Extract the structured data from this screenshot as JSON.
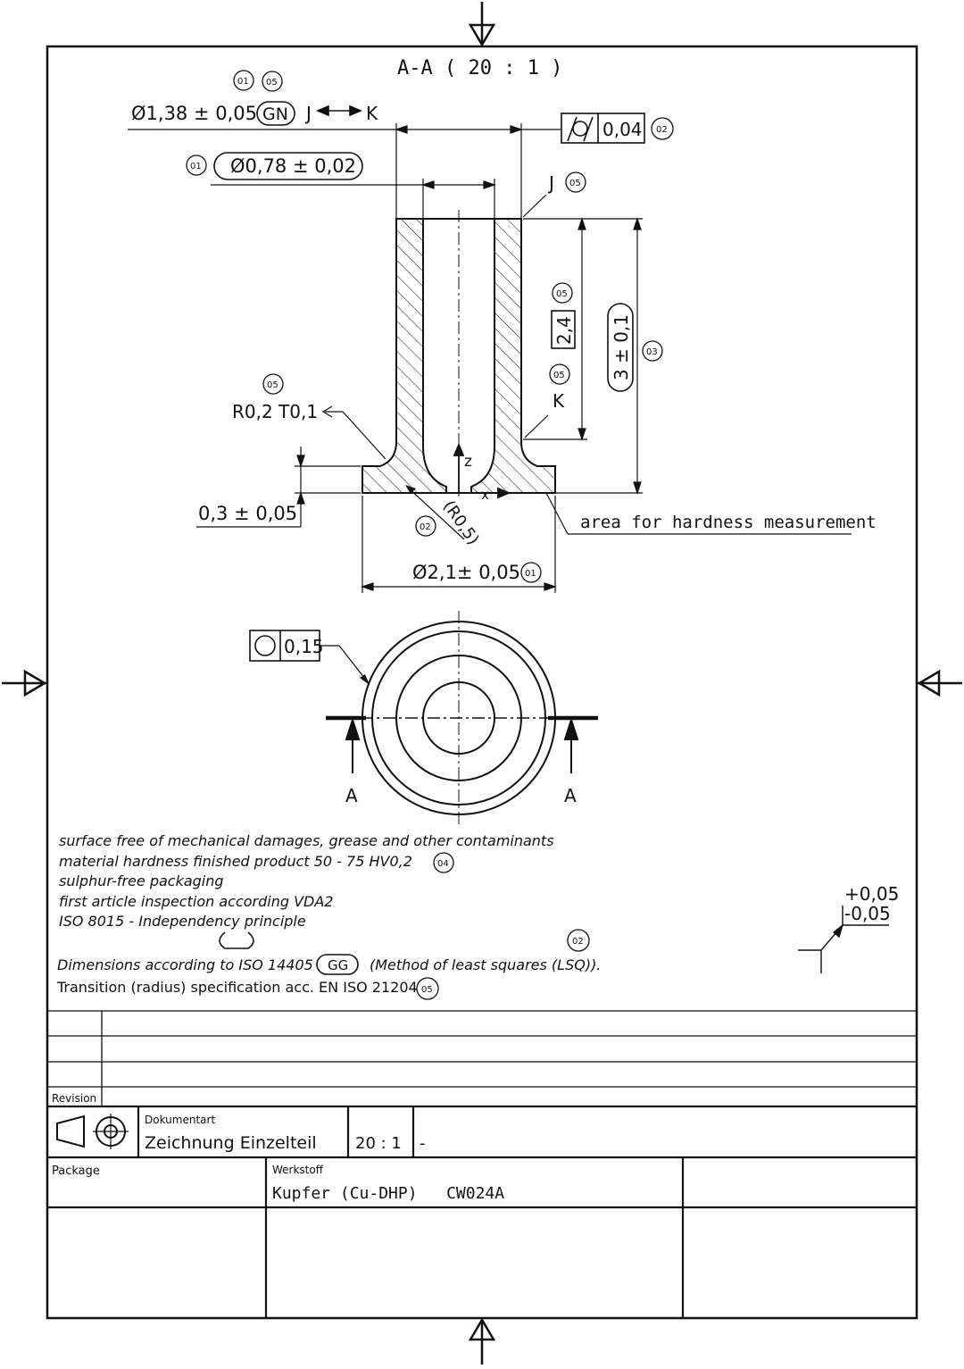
{
  "drawing": {
    "section_title": "A-A ( 20 : 1 )",
    "balloons": [
      "01",
      "05",
      "02",
      "03",
      "04"
    ],
    "dims": {
      "outer_dia": "Ø1,38 ± 0,05",
      "gn": "GN",
      "jk": "J",
      "k": "K",
      "cyl_value": "0,04",
      "inner_dia": "Ø0,78 ± 0,02",
      "j_label": "J",
      "k_label": "K",
      "basic_24": "2,4",
      "height": "3 ± 0,1",
      "radius_t": "R0,2  T0,1",
      "flange": "0,3 ± 0,05",
      "r05": "(R0,5)",
      "base_dia": "Ø2,1± 0,05",
      "hardness_area": "area for hardness measurement",
      "round_value": "0,15",
      "section_a": "A",
      "axis_z": "z",
      "axis_x": "x"
    },
    "notes": [
      "surface free of mechanical damages, grease and other contaminants",
      "material hardness finished product 50 - 75 HV0,2",
      "sulphur-free packaging",
      "first article inspection according VDA2",
      "ISO 8015 - Independency principle",
      "Dimensions according to ISO 14405",
      "(Method of least squares (LSQ)).",
      "Transition (radius) specification acc. EN ISO 21204"
    ],
    "gg": "GG",
    "tolerance_upper": "+0,05",
    "tolerance_lower": "-0,05"
  },
  "title_block": {
    "revision_label": "Revision",
    "doc_type_label": "Dokumentart",
    "doc_type_value": "Zeichnung Einzelteil",
    "scale": "20 : 1",
    "dash": "-",
    "package_label": "Package",
    "material_label": "Werkstoff",
    "material_value": "Kupfer (Cu-DHP)   CW024A"
  }
}
